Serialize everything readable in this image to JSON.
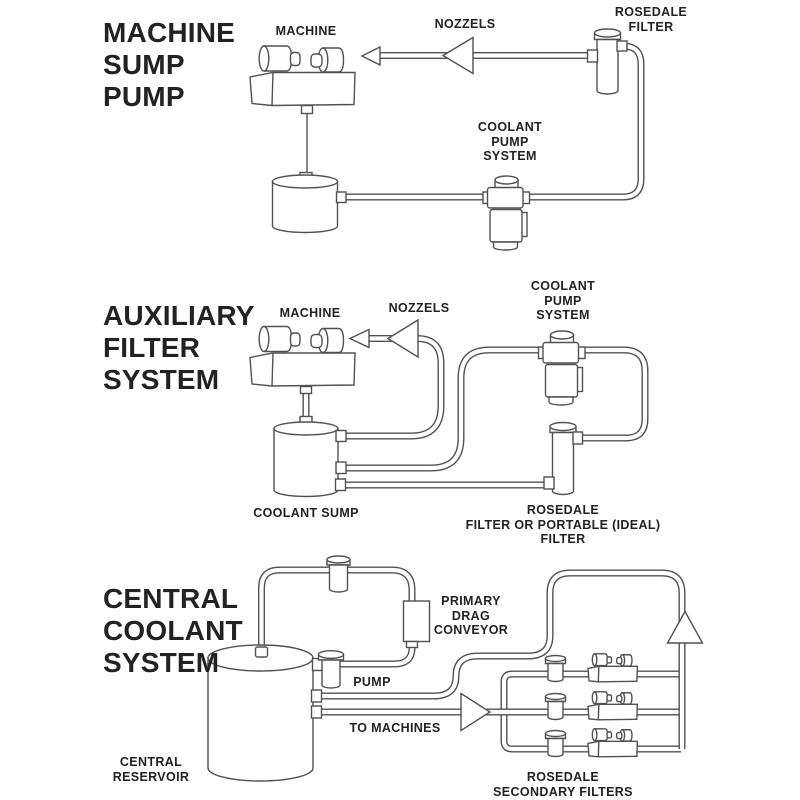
{
  "colors": {
    "line": "#515154",
    "text": "#242124",
    "background": "#ffffff"
  },
  "sections": [
    {
      "id": "machine-sump-pump",
      "title": "MACHINE\nSUMP\nPUMP",
      "labels": {
        "machine": "MACHINE",
        "nozzels": "NOZZELS",
        "rosedale_filter": "ROSEDALE\nFILTER",
        "coolant_pump_system": "COOLANT\nPUMP\nSYSTEM"
      }
    },
    {
      "id": "auxiliary-filter-system",
      "title": "AUXILIARY\nFILTER\nSYSTEM",
      "labels": {
        "machine": "MACHINE",
        "nozzels": "NOZZELS",
        "coolant_pump_system": "COOLANT\nPUMP\nSYSTEM",
        "coolant_sump": "COOLANT SUMP",
        "rosedale_filter": "ROSEDALE\nFILTER OR PORTABLE (IDEAL) FILTER"
      }
    },
    {
      "id": "central-coolant-system",
      "title": "CENTRAL\nCOOLANT\nSYSTEM",
      "labels": {
        "primary_drag_conveyor": "PRIMARY\nDRAG\nCONVEYOR",
        "pump": "PUMP",
        "to_machines": "TO MACHINES",
        "central_reservoir": "CENTRAL\nRESERVOIR",
        "rosedale_secondary_filters": "ROSEDALE\nSECONDARY FILTERS"
      }
    }
  ]
}
